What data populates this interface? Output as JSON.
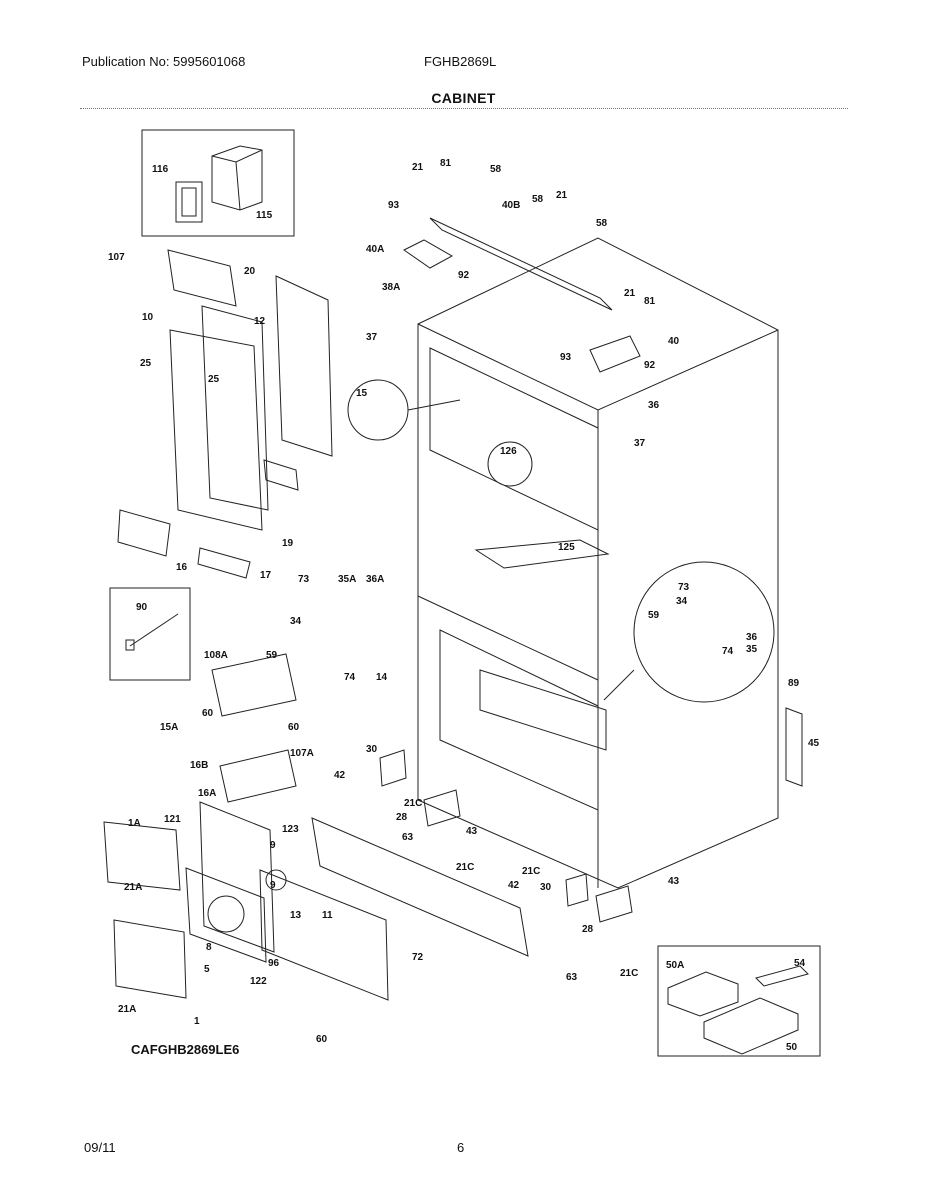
{
  "header": {
    "publication": "Publication No: 5995601068",
    "model": "FGHB2869L",
    "title": "CABINET"
  },
  "diagram": {
    "code": "CAFGHB2869LE6",
    "callouts": [
      "116",
      "115",
      "107",
      "20",
      "12",
      "10",
      "25",
      "25",
      "19",
      "16",
      "17",
      "15",
      "37",
      "93",
      "40A",
      "38A",
      "92",
      "21",
      "81",
      "58",
      "40B",
      "58",
      "21",
      "58",
      "21",
      "81",
      "40",
      "93",
      "92",
      "36",
      "37",
      "126",
      "125",
      "73",
      "35A",
      "36A",
      "34",
      "59",
      "74",
      "14",
      "108A",
      "60",
      "60",
      "15A",
      "16B",
      "107A",
      "30",
      "42",
      "21C",
      "28",
      "63",
      "43",
      "21C",
      "90",
      "1A",
      "121",
      "16A",
      "123",
      "9",
      "9",
      "13",
      "11",
      "8",
      "5",
      "122",
      "96",
      "72",
      "60",
      "21A",
      "21A",
      "1",
      "21C",
      "42",
      "30",
      "43",
      "28",
      "63",
      "21C",
      "73",
      "34",
      "59",
      "36",
      "74",
      "35",
      "89",
      "45",
      "50A",
      "54",
      "50"
    ]
  },
  "footer": {
    "date": "09/11",
    "page": "6"
  }
}
